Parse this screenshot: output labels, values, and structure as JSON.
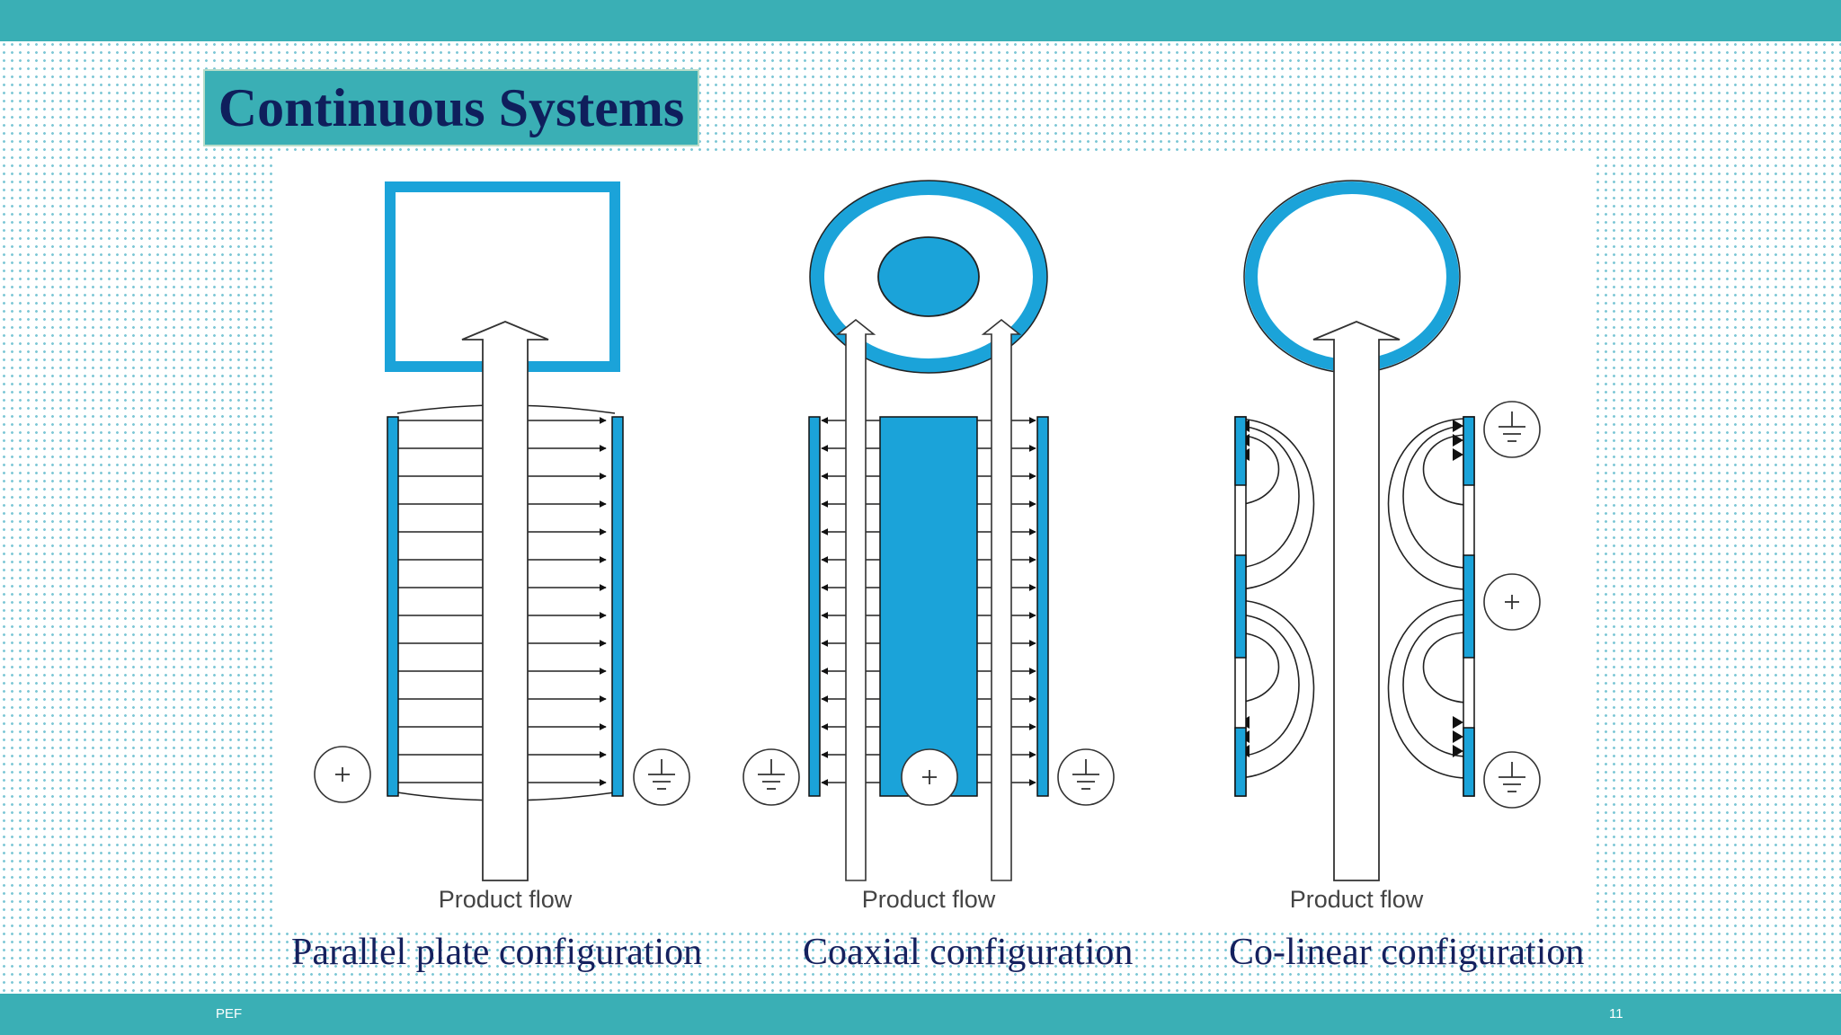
{
  "slide": {
    "title": "Continuous Systems",
    "footer_left": "PEF",
    "page_number": "11"
  },
  "diagram": {
    "panels": [
      {
        "flow_label": "Product flow",
        "caption": "Parallel plate configuration"
      },
      {
        "flow_label": "Product flow",
        "caption": "Coaxial configuration"
      },
      {
        "flow_label": "Product flow",
        "caption": "Co-linear configuration"
      }
    ],
    "symbols": {
      "positive": "+"
    }
  },
  "colors": {
    "band": "#3aafb5",
    "electrode": "#1ba3d9",
    "title_text": "#0f1f5c",
    "caption_text": "#15215e"
  }
}
